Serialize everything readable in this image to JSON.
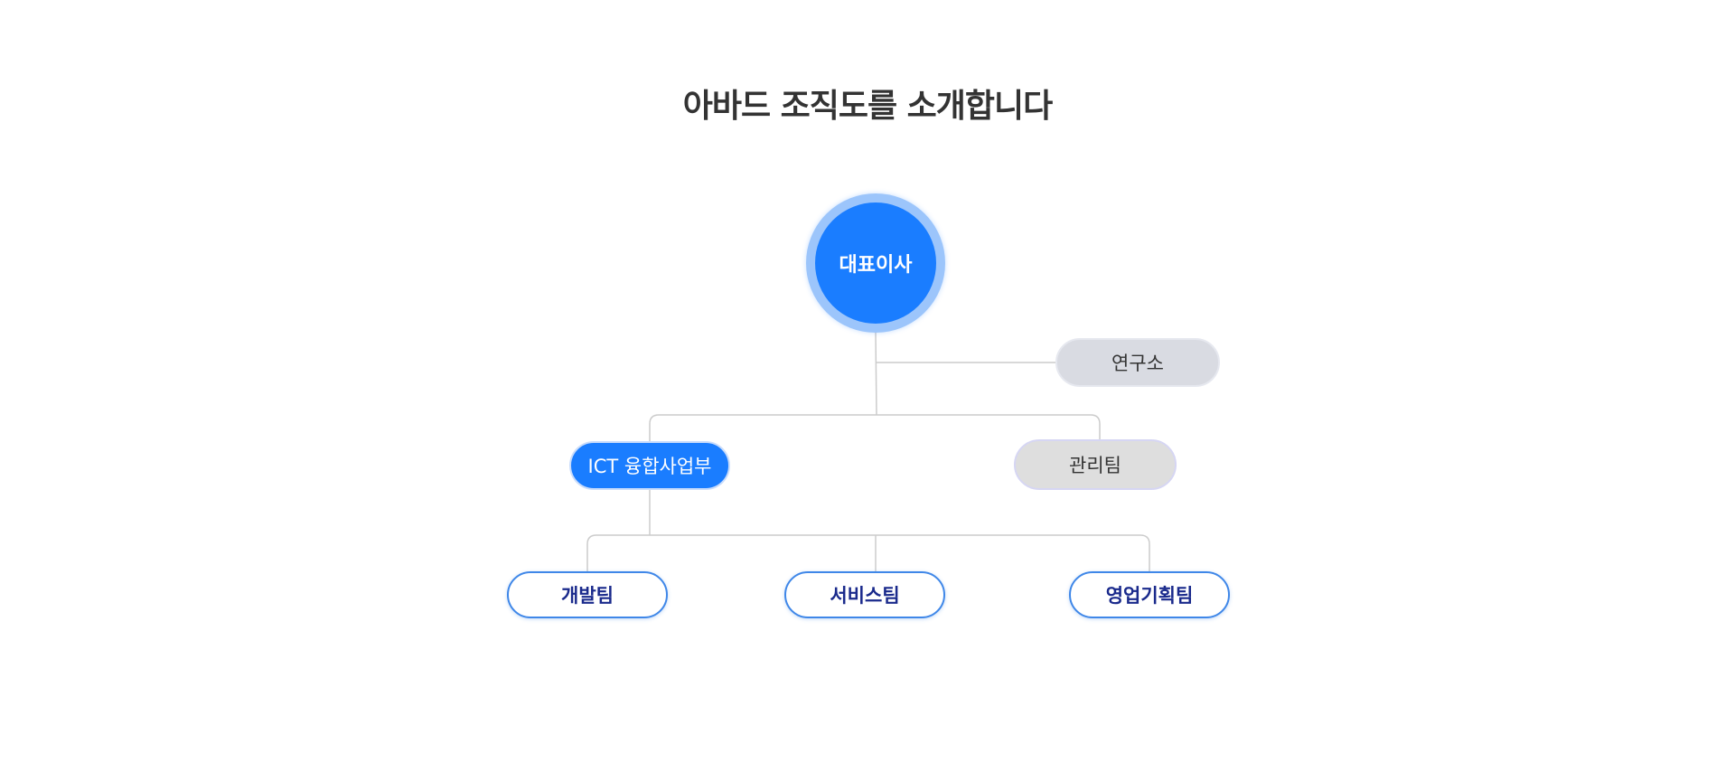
{
  "title": "아바드 조직도를 소개합니다",
  "org": {
    "ceo": "대표이사",
    "lab": "연구소",
    "ict_division": "ICT 융합사업부",
    "management": "관리팀",
    "teams": [
      "개발팀",
      "서비스팀",
      "영업기획팀"
    ]
  },
  "colors": {
    "primary": "#1a7dff",
    "ceo_ring": "#9cc5fb",
    "lab_bg": "#d9dbe2",
    "management_bg": "#dedede",
    "team_border": "#3f87e8",
    "team_text": "#1a2a8c",
    "connector": "#cccccc",
    "title_text": "#333333"
  }
}
